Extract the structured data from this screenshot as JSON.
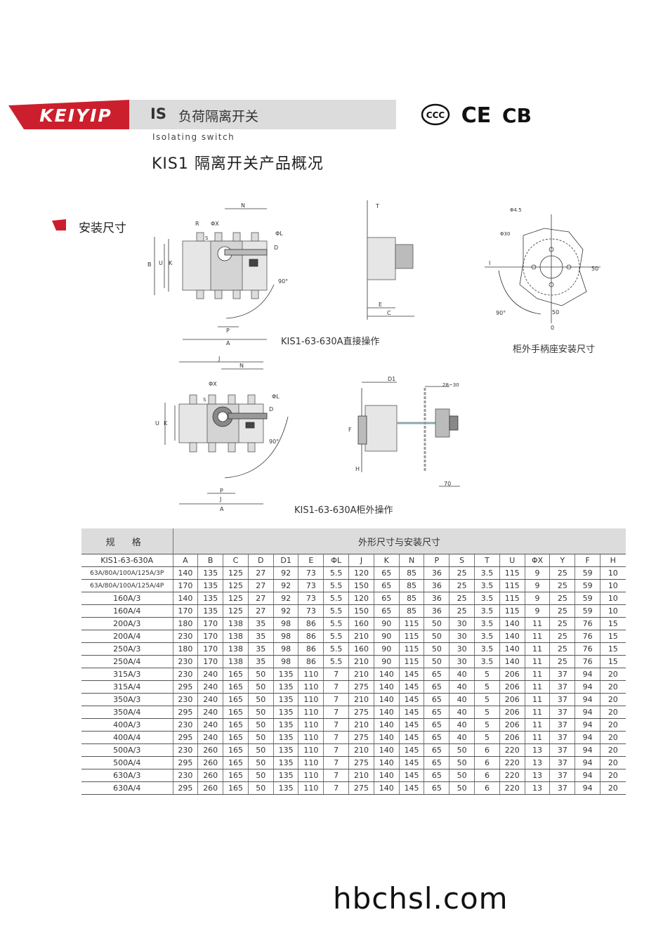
{
  "header": {
    "brand": "KEIYIP",
    "code": "IS",
    "name_cn": "负荷隔离开关",
    "subtitle_en": "Isolating switch",
    "certifications": [
      "CCC",
      "CE",
      "CB"
    ]
  },
  "page_title": "KIS1 隔离开关产品概况",
  "section_title": "安装尺寸",
  "diagrams": {
    "caption_direct": "KIS1-63-630A直接操作",
    "caption_panel_mount": "柜外手柄座安装尺寸",
    "caption_external": "KIS1-63-630A柜外操作",
    "labels_front1": [
      "N",
      "R",
      "ΦX",
      "S",
      "ΦL",
      "D",
      "B",
      "U",
      "K",
      "90°",
      "P",
      "A"
    ],
    "labels_side1": [
      "T",
      "E",
      "C"
    ],
    "labels_mount": [
      "Φ4.5",
      "Φ30",
      "I",
      "50",
      "90°",
      "50",
      "0"
    ],
    "labels_front2": [
      "J",
      "N",
      "ΦX",
      "S",
      "ΦL",
      "D",
      "U",
      "K",
      "90°",
      "P",
      "J",
      "A"
    ],
    "labels_side2": [
      "D1",
      "28~30",
      "F",
      "H",
      "70"
    ]
  },
  "table": {
    "spec_header": "规 格",
    "dims_header": "外形尺寸与安装尺寸",
    "columns": [
      "KIS1-63-630A",
      "A",
      "B",
      "C",
      "D",
      "D1",
      "E",
      "ΦL",
      "J",
      "K",
      "N",
      "P",
      "S",
      "T",
      "U",
      "ΦX",
      "Y",
      "F",
      "H"
    ],
    "rows": [
      [
        "63A/80A/100A/125A/3P",
        "140",
        "135",
        "125",
        "27",
        "92",
        "73",
        "5.5",
        "120",
        "65",
        "85",
        "36",
        "25",
        "3.5",
        "115",
        "9",
        "25",
        "59",
        "10"
      ],
      [
        "63A/80A/100A/125A/4P",
        "170",
        "135",
        "125",
        "27",
        "92",
        "73",
        "5.5",
        "150",
        "65",
        "85",
        "36",
        "25",
        "3.5",
        "115",
        "9",
        "25",
        "59",
        "10"
      ],
      [
        "160A/3",
        "140",
        "135",
        "125",
        "27",
        "92",
        "73",
        "5.5",
        "120",
        "65",
        "85",
        "36",
        "25",
        "3.5",
        "115",
        "9",
        "25",
        "59",
        "10"
      ],
      [
        "160A/4",
        "170",
        "135",
        "125",
        "27",
        "92",
        "73",
        "5.5",
        "150",
        "65",
        "85",
        "36",
        "25",
        "3.5",
        "115",
        "9",
        "25",
        "59",
        "10"
      ],
      [
        "200A/3",
        "180",
        "170",
        "138",
        "35",
        "98",
        "86",
        "5.5",
        "160",
        "90",
        "115",
        "50",
        "30",
        "3.5",
        "140",
        "11",
        "25",
        "76",
        "15"
      ],
      [
        "200A/4",
        "230",
        "170",
        "138",
        "35",
        "98",
        "86",
        "5.5",
        "210",
        "90",
        "115",
        "50",
        "30",
        "3.5",
        "140",
        "11",
        "25",
        "76",
        "15"
      ],
      [
        "250A/3",
        "180",
        "170",
        "138",
        "35",
        "98",
        "86",
        "5.5",
        "160",
        "90",
        "115",
        "50",
        "30",
        "3.5",
        "140",
        "11",
        "25",
        "76",
        "15"
      ],
      [
        "250A/4",
        "230",
        "170",
        "138",
        "35",
        "98",
        "86",
        "5.5",
        "210",
        "90",
        "115",
        "50",
        "30",
        "3.5",
        "140",
        "11",
        "25",
        "76",
        "15"
      ],
      [
        "315A/3",
        "230",
        "240",
        "165",
        "50",
        "135",
        "110",
        "7",
        "210",
        "140",
        "145",
        "65",
        "40",
        "5",
        "206",
        "11",
        "37",
        "94",
        "20"
      ],
      [
        "315A/4",
        "295",
        "240",
        "165",
        "50",
        "135",
        "110",
        "7",
        "275",
        "140",
        "145",
        "65",
        "40",
        "5",
        "206",
        "11",
        "37",
        "94",
        "20"
      ],
      [
        "350A/3",
        "230",
        "240",
        "165",
        "50",
        "135",
        "110",
        "7",
        "210",
        "140",
        "145",
        "65",
        "40",
        "5",
        "206",
        "11",
        "37",
        "94",
        "20"
      ],
      [
        "350A/4",
        "295",
        "240",
        "165",
        "50",
        "135",
        "110",
        "7",
        "275",
        "140",
        "145",
        "65",
        "40",
        "5",
        "206",
        "11",
        "37",
        "94",
        "20"
      ],
      [
        "400A/3",
        "230",
        "240",
        "165",
        "50",
        "135",
        "110",
        "7",
        "210",
        "140",
        "145",
        "65",
        "40",
        "5",
        "206",
        "11",
        "37",
        "94",
        "20"
      ],
      [
        "400A/4",
        "295",
        "240",
        "165",
        "50",
        "135",
        "110",
        "7",
        "275",
        "140",
        "145",
        "65",
        "40",
        "5",
        "206",
        "11",
        "37",
        "94",
        "20"
      ],
      [
        "500A/3",
        "230",
        "260",
        "165",
        "50",
        "135",
        "110",
        "7",
        "210",
        "140",
        "145",
        "65",
        "50",
        "6",
        "220",
        "13",
        "37",
        "94",
        "20"
      ],
      [
        "500A/4",
        "295",
        "260",
        "165",
        "50",
        "135",
        "110",
        "7",
        "275",
        "140",
        "145",
        "65",
        "50",
        "6",
        "220",
        "13",
        "37",
        "94",
        "20"
      ],
      [
        "630A/3",
        "230",
        "260",
        "165",
        "50",
        "135",
        "110",
        "7",
        "210",
        "140",
        "145",
        "65",
        "50",
        "6",
        "220",
        "13",
        "37",
        "94",
        "20"
      ],
      [
        "630A/4",
        "295",
        "260",
        "165",
        "50",
        "135",
        "110",
        "7",
        "275",
        "140",
        "145",
        "65",
        "50",
        "6",
        "220",
        "13",
        "37",
        "94",
        "20"
      ]
    ]
  },
  "footer": {
    "website": "hbchsl.com"
  },
  "colors": {
    "brand_red": "#cc1f2d",
    "header_gray": "#dcdcdc"
  }
}
